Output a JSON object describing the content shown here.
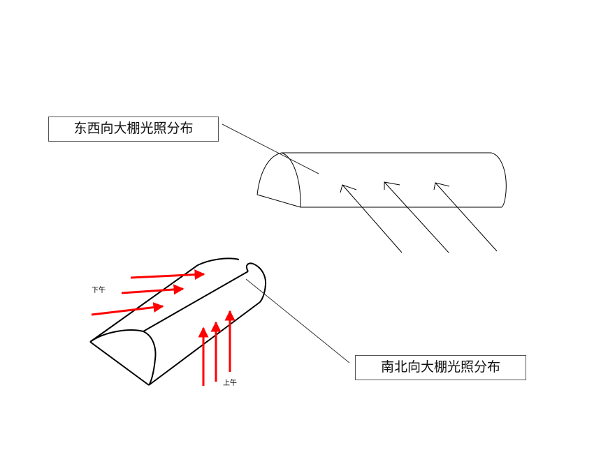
{
  "labels": {
    "east_west": "东西向大棚光照分布",
    "north_south": "南北向大棚光照分布",
    "afternoon": "下午",
    "morning": "上午"
  },
  "colors": {
    "outline": "#000000",
    "sun_arrow_red": "#ff0000",
    "leader_line": "#333333"
  }
}
